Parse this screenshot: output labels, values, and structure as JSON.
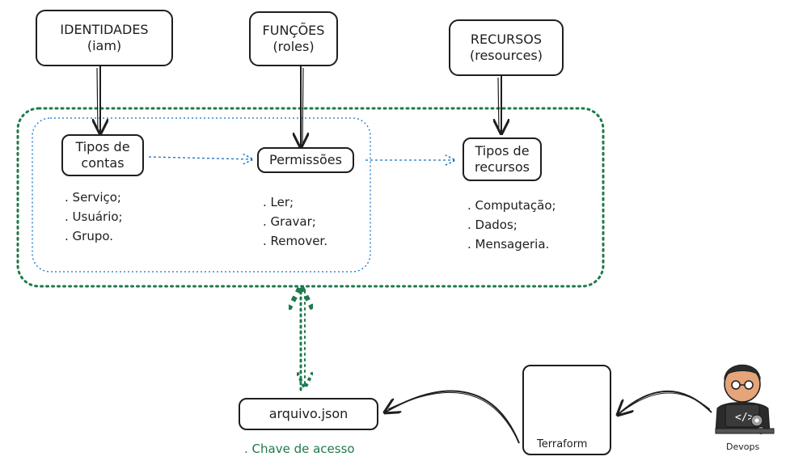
{
  "top_boxes": {
    "identidades": {
      "line1": "IDENTIDADES",
      "line2": "(iam)"
    },
    "funcoes": {
      "line1": "FUNÇÕES",
      "line2": "(roles)"
    },
    "recursos": {
      "line1": "RECURSOS",
      "line2": "(resources)"
    }
  },
  "inner_boxes": {
    "tipos_contas": {
      "line1": "Tipos de",
      "line2": "contas"
    },
    "permissoes": {
      "line1": "Permissões"
    },
    "tipos_recursos": {
      "line1": "Tipos de",
      "line2": "recursos"
    }
  },
  "lists": {
    "contas": [
      "Serviço;",
      "Usuário;",
      "Grupo."
    ],
    "permissoes": [
      "Ler;",
      "Gravar;",
      "Remover."
    ],
    "recursos": [
      "Computação;",
      "Dados;",
      "Mensageria."
    ]
  },
  "arquivo": {
    "label": "arquivo.json",
    "note": "Chave de acesso"
  },
  "terraform": {
    "label": "Terraform",
    "color": "#7b42bc"
  },
  "devops": {
    "label": "Devops"
  },
  "colors": {
    "green_border": "#1f7a4d",
    "blue_border": "#1971c2",
    "stroke": "#1e1e1e"
  }
}
